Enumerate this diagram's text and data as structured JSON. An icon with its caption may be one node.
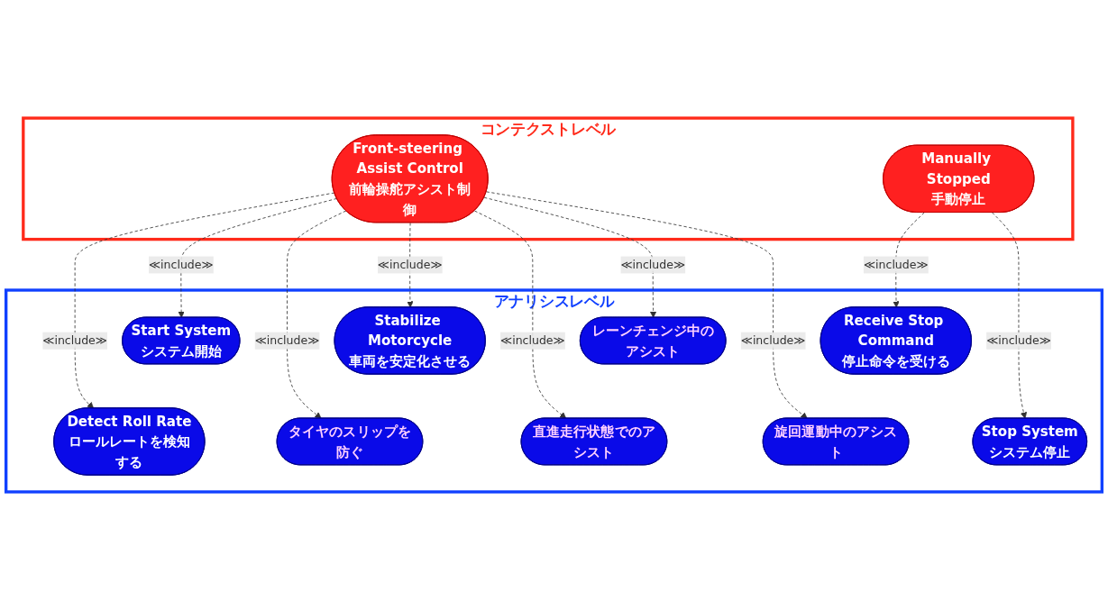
{
  "diagram": {
    "nodes": [
      {
        "text": [
          "コンテクストレベル"
        ]
      },
      {
        "text": [
          "Front-steering Assist Control",
          "前輪操舵アシスト制御"
        ],
        "in": 0
      },
      {
        "text": [
          "Manually Stopped",
          "手動停止"
        ],
        "in": 0
      },
      {
        "text": [
          "アナリシスレベル"
        ]
      },
      {
        "text": [
          "Start System",
          "システム開始"
        ],
        "in": 3
      },
      {
        "text": [
          "Stabilize Motorcycle",
          "車両を安定化させる"
        ],
        "in": 3
      },
      {
        "text": [
          "Detect Roll Rate",
          "ロールレートを検知する"
        ],
        "in": 3
      },
      {
        "text": [
          "タイヤのスリップを防ぐ"
        ],
        "in": 3
      },
      {
        "text": [
          "レーンチェンジ中のアシスト"
        ],
        "in": 3
      },
      {
        "text": [
          "直進走行状態でのアシスト"
        ],
        "in": 3
      },
      {
        "text": [
          "旋回運動中のアシスト"
        ],
        "in": 3
      },
      {
        "text": [
          "Receive Stop Command",
          "停止命令を受ける"
        ],
        "in": 3
      },
      {
        "text": [
          "Stop System",
          "システム停止"
        ],
        "in": 3
      }
    ],
    "edges": [
      {
        "from": 1,
        "to": 4,
        "arrow": "to",
        "label": "≪include≫",
        "style": "dashed"
      },
      {
        "from": 1,
        "to": 5,
        "arrow": "to",
        "label": "≪include≫",
        "style": "dashed"
      },
      {
        "from": 1,
        "to": 6,
        "arrow": "to",
        "label": "≪include≫",
        "style": "dashed"
      },
      {
        "from": 1,
        "to": 7,
        "arrow": "to",
        "label": "≪include≫",
        "style": "dashed"
      },
      {
        "from": 1,
        "to": 8,
        "arrow": "to",
        "label": "≪include≫",
        "style": "dashed"
      },
      {
        "from": 1,
        "to": 9,
        "arrow": "to",
        "label": "≪include≫",
        "style": "dashed"
      },
      {
        "from": 1,
        "to": 10,
        "arrow": "to",
        "label": "≪include≫",
        "style": "dashed"
      },
      {
        "from": 2,
        "to": 11,
        "arrow": "to",
        "label": "≪include≫",
        "style": "dashed"
      },
      {
        "from": 2,
        "to": 12,
        "arrow": "to",
        "label": "≪include≫",
        "style": "dashed"
      }
    ]
  }
}
